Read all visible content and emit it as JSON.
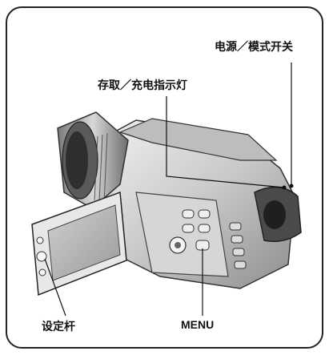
{
  "labels": {
    "power_mode_switch": "电源／模式开关",
    "access_charge_lamp": "存取／充电指示灯",
    "set_lever": "设定杆",
    "menu_button": "MENU"
  }
}
